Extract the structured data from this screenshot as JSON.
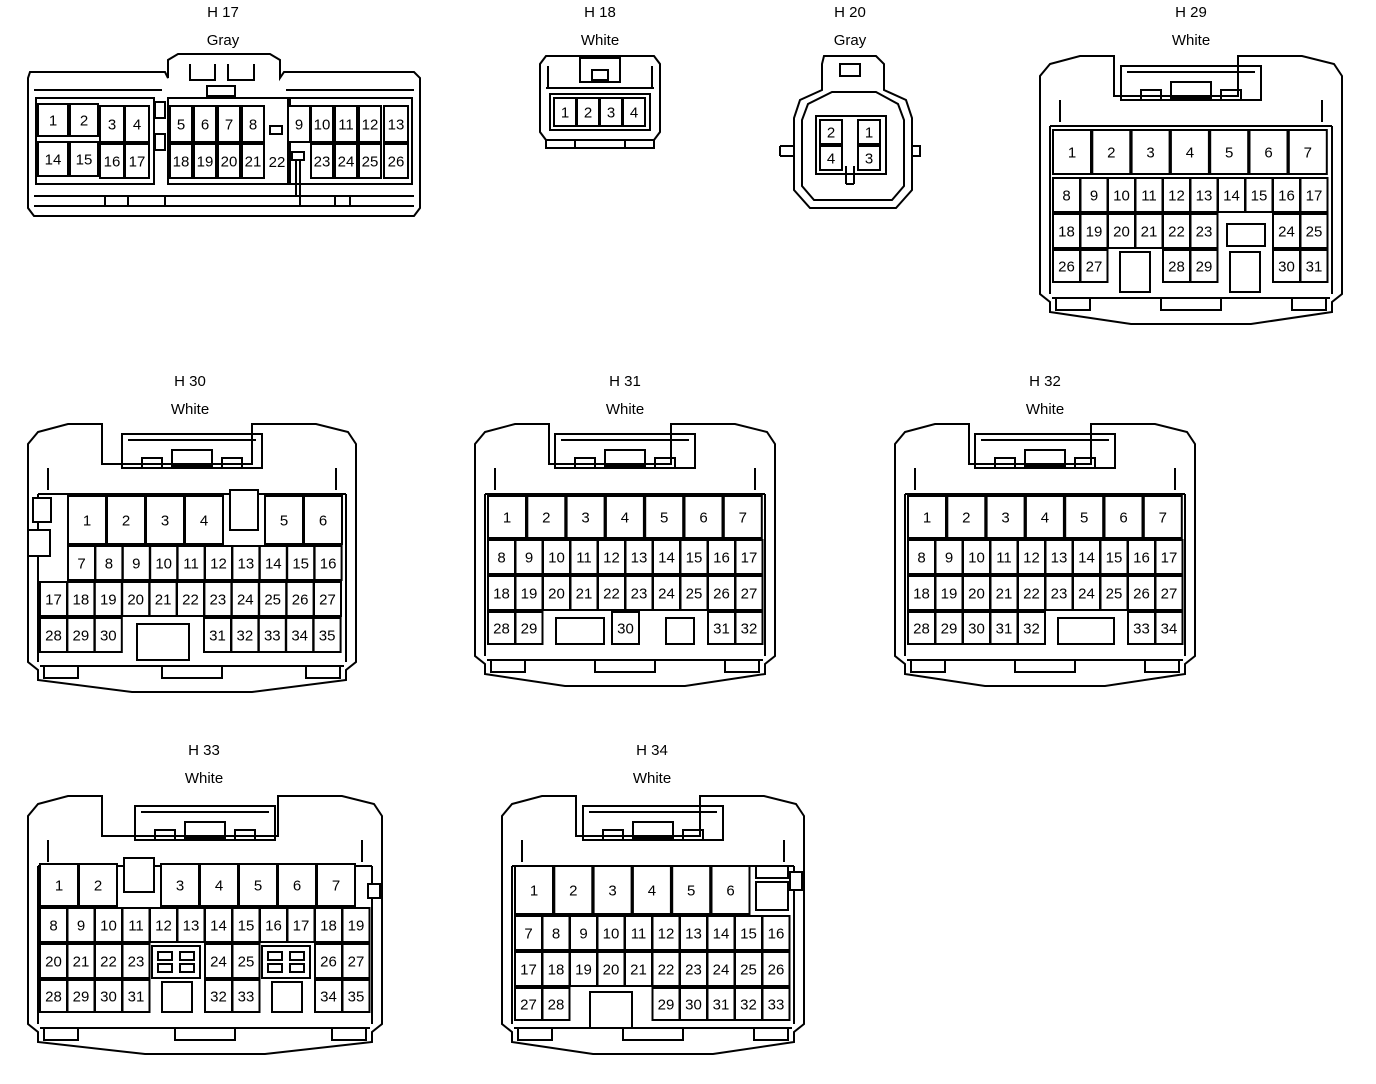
{
  "connectors": [
    {
      "id": "h17",
      "name": "H 17",
      "color": "Gray",
      "rows": [
        [
          "1",
          "2",
          "3",
          "4",
          "5",
          "6",
          "7",
          "8",
          "9",
          "10",
          "11",
          "12",
          "13"
        ],
        [
          "14",
          "15",
          "16",
          "17",
          "18",
          "19",
          "20",
          "21",
          "22",
          "23",
          "24",
          "25",
          "26"
        ]
      ]
    },
    {
      "id": "h18",
      "name": "H 18",
      "color": "White",
      "rows": [
        [
          "1",
          "2",
          "3",
          "4"
        ]
      ]
    },
    {
      "id": "h20",
      "name": "H 20",
      "color": "Gray",
      "rows": [
        [
          "2",
          "1"
        ],
        [
          "4",
          "3"
        ]
      ]
    },
    {
      "id": "h29",
      "name": "H 29",
      "color": "White",
      "rows": [
        [
          "1",
          "2",
          "3",
          "4",
          "5",
          "6",
          "7"
        ],
        [
          "8",
          "9",
          "10",
          "11",
          "12",
          "13",
          "14",
          "15",
          "16",
          "17"
        ],
        [
          "18",
          "19",
          "20",
          "21",
          "22",
          "23",
          "",
          "24",
          "25"
        ],
        [
          "26",
          "27",
          "",
          "28",
          "29",
          "",
          "30",
          "31"
        ]
      ]
    },
    {
      "id": "h30",
      "name": "H 30",
      "color": "White",
      "rows": [
        [
          "1",
          "2",
          "3",
          "4",
          "5",
          "6"
        ],
        [
          "7",
          "8",
          "9",
          "10",
          "11",
          "12",
          "13",
          "14",
          "15",
          "16"
        ],
        [
          "17",
          "18",
          "19",
          "20",
          "21",
          "22",
          "23",
          "24",
          "25",
          "26",
          "27"
        ],
        [
          "28",
          "29",
          "30",
          "31",
          "32",
          "33",
          "34",
          "35"
        ]
      ]
    },
    {
      "id": "h31",
      "name": "H 31",
      "color": "White",
      "rows": [
        [
          "1",
          "2",
          "3",
          "4",
          "5",
          "6",
          "7"
        ],
        [
          "8",
          "9",
          "10",
          "11",
          "12",
          "13",
          "14",
          "15",
          "16",
          "17"
        ],
        [
          "18",
          "19",
          "20",
          "21",
          "22",
          "23",
          "24",
          "25",
          "26",
          "27"
        ],
        [
          "28",
          "29",
          "30",
          "31",
          "32"
        ]
      ]
    },
    {
      "id": "h32",
      "name": "H 32",
      "color": "White",
      "rows": [
        [
          "1",
          "2",
          "3",
          "4",
          "5",
          "6",
          "7"
        ],
        [
          "8",
          "9",
          "10",
          "11",
          "12",
          "13",
          "14",
          "15",
          "16",
          "17"
        ],
        [
          "18",
          "19",
          "20",
          "21",
          "22",
          "23",
          "24",
          "25",
          "26",
          "27"
        ],
        [
          "28",
          "29",
          "30",
          "31",
          "32",
          "33",
          "34"
        ]
      ]
    },
    {
      "id": "h33",
      "name": "H 33",
      "color": "White",
      "rows": [
        [
          "1",
          "2",
          "3",
          "4",
          "5",
          "6",
          "7"
        ],
        [
          "8",
          "9",
          "10",
          "11",
          "12",
          "13",
          "14",
          "15",
          "16",
          "17",
          "18",
          "19"
        ],
        [
          "20",
          "21",
          "22",
          "23",
          "24",
          "25",
          "26",
          "27"
        ],
        [
          "28",
          "29",
          "30",
          "31",
          "32",
          "33",
          "34",
          "35"
        ]
      ]
    },
    {
      "id": "h34",
      "name": "H 34",
      "color": "White",
      "rows": [
        [
          "1",
          "2",
          "3",
          "4",
          "5",
          "6"
        ],
        [
          "7",
          "8",
          "9",
          "10",
          "11",
          "12",
          "13",
          "14",
          "15",
          "16"
        ],
        [
          "17",
          "18",
          "19",
          "20",
          "21",
          "22",
          "23",
          "24",
          "25",
          "26"
        ],
        [
          "27",
          "28",
          "29",
          "30",
          "31",
          "32",
          "33"
        ]
      ]
    }
  ]
}
